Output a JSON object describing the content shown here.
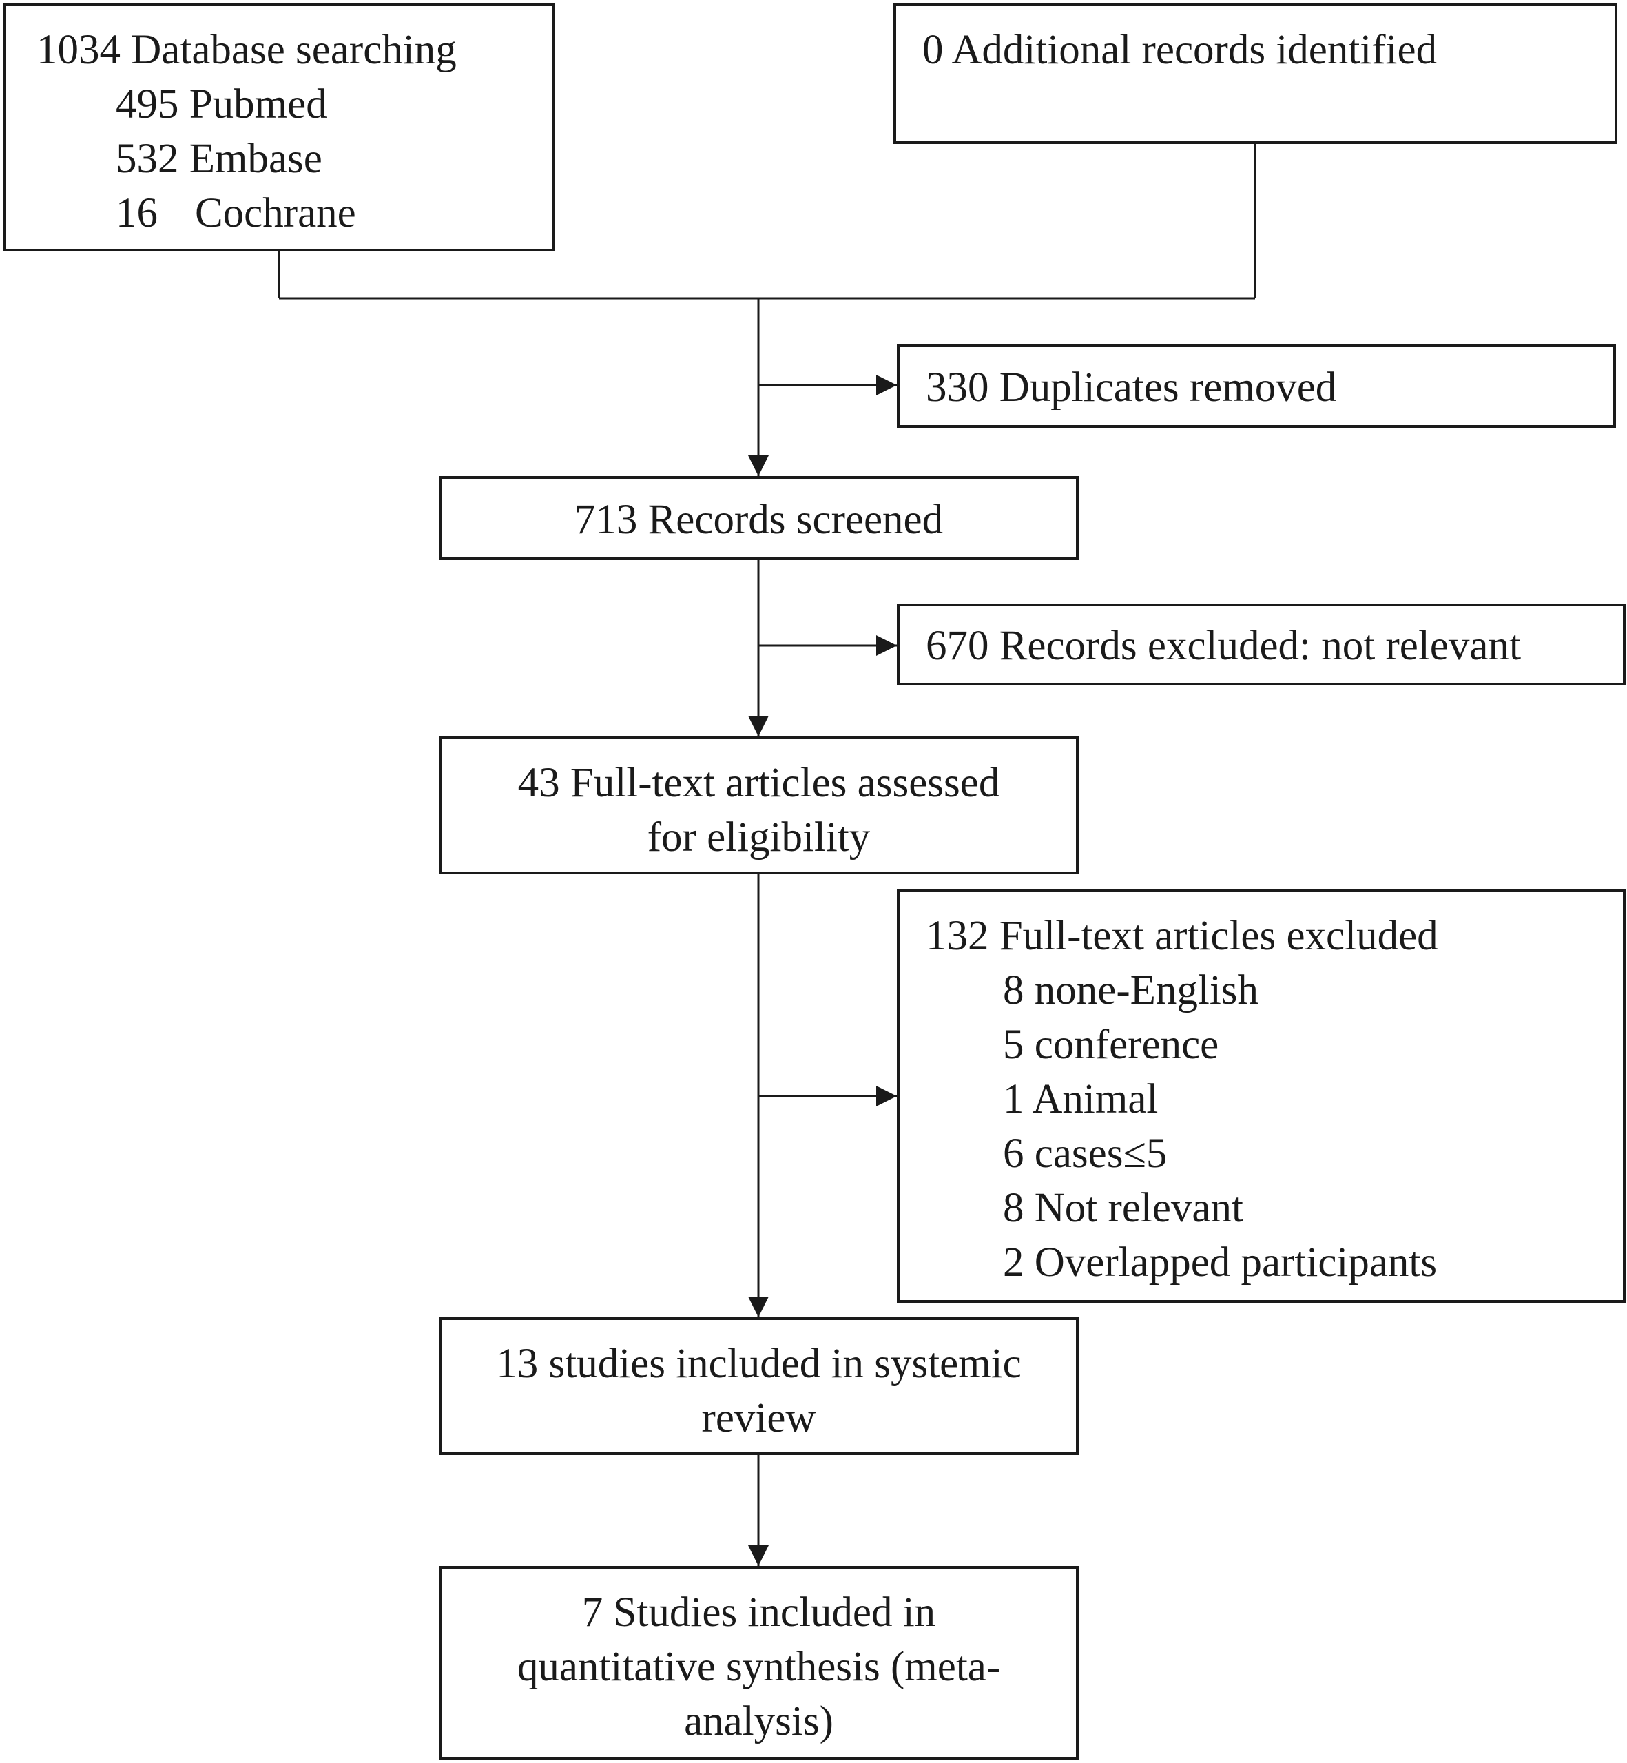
{
  "flowchart": {
    "database_search": {
      "title": "1034 Database searching",
      "sources": [
        {
          "count": "495",
          "name": "Pubmed"
        },
        {
          "count": "532",
          "name": "Embase"
        },
        {
          "count": "16",
          "name": "Cochrane"
        }
      ]
    },
    "additional_records": "0 Additional records identified",
    "duplicates_removed": "330 Duplicates removed",
    "records_screened": "713 Records screened",
    "records_excluded": "670 Records excluded: not relevant",
    "fulltext_assessed": {
      "lines": [
        "43 Full-text articles assessed",
        "for eligibility"
      ]
    },
    "fulltext_excluded": {
      "title": "132 Full-text articles excluded",
      "reasons": [
        "8 none-English",
        "5 conference",
        "1 Animal",
        "6 cases≤5",
        "8 Not relevant",
        "2 Overlapped participants"
      ]
    },
    "systemic_review": {
      "lines": [
        "13 studies included in systemic",
        "review"
      ]
    },
    "meta_analysis": {
      "lines": [
        "7 Studies included in",
        "quantitative synthesis (meta-",
        "analysis)"
      ]
    }
  }
}
